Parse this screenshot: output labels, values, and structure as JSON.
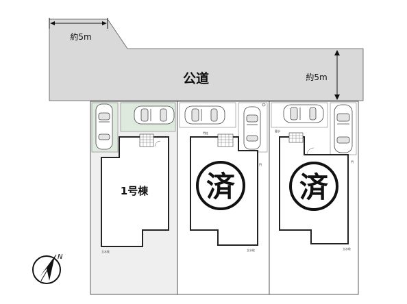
{
  "road": {
    "label": "公道",
    "width_top": "約5m",
    "width_right": "約5m"
  },
  "lots": [
    {
      "name": "1号棟",
      "status": ""
    },
    {
      "name": "",
      "status": "済"
    },
    {
      "name": "",
      "status": "済"
    }
  ],
  "small_labels": {
    "gate": "門柱",
    "post_lot2": "門",
    "post_lot3": "門",
    "meter_lot3": "量水",
    "faucet": "立水栓"
  },
  "compass": {
    "north": "N"
  },
  "colors": {
    "road": "#d9d9d9",
    "lot1_fill": "#eeeeee",
    "parking_green": "#dfeadf",
    "lines": "#2a2a2a"
  }
}
